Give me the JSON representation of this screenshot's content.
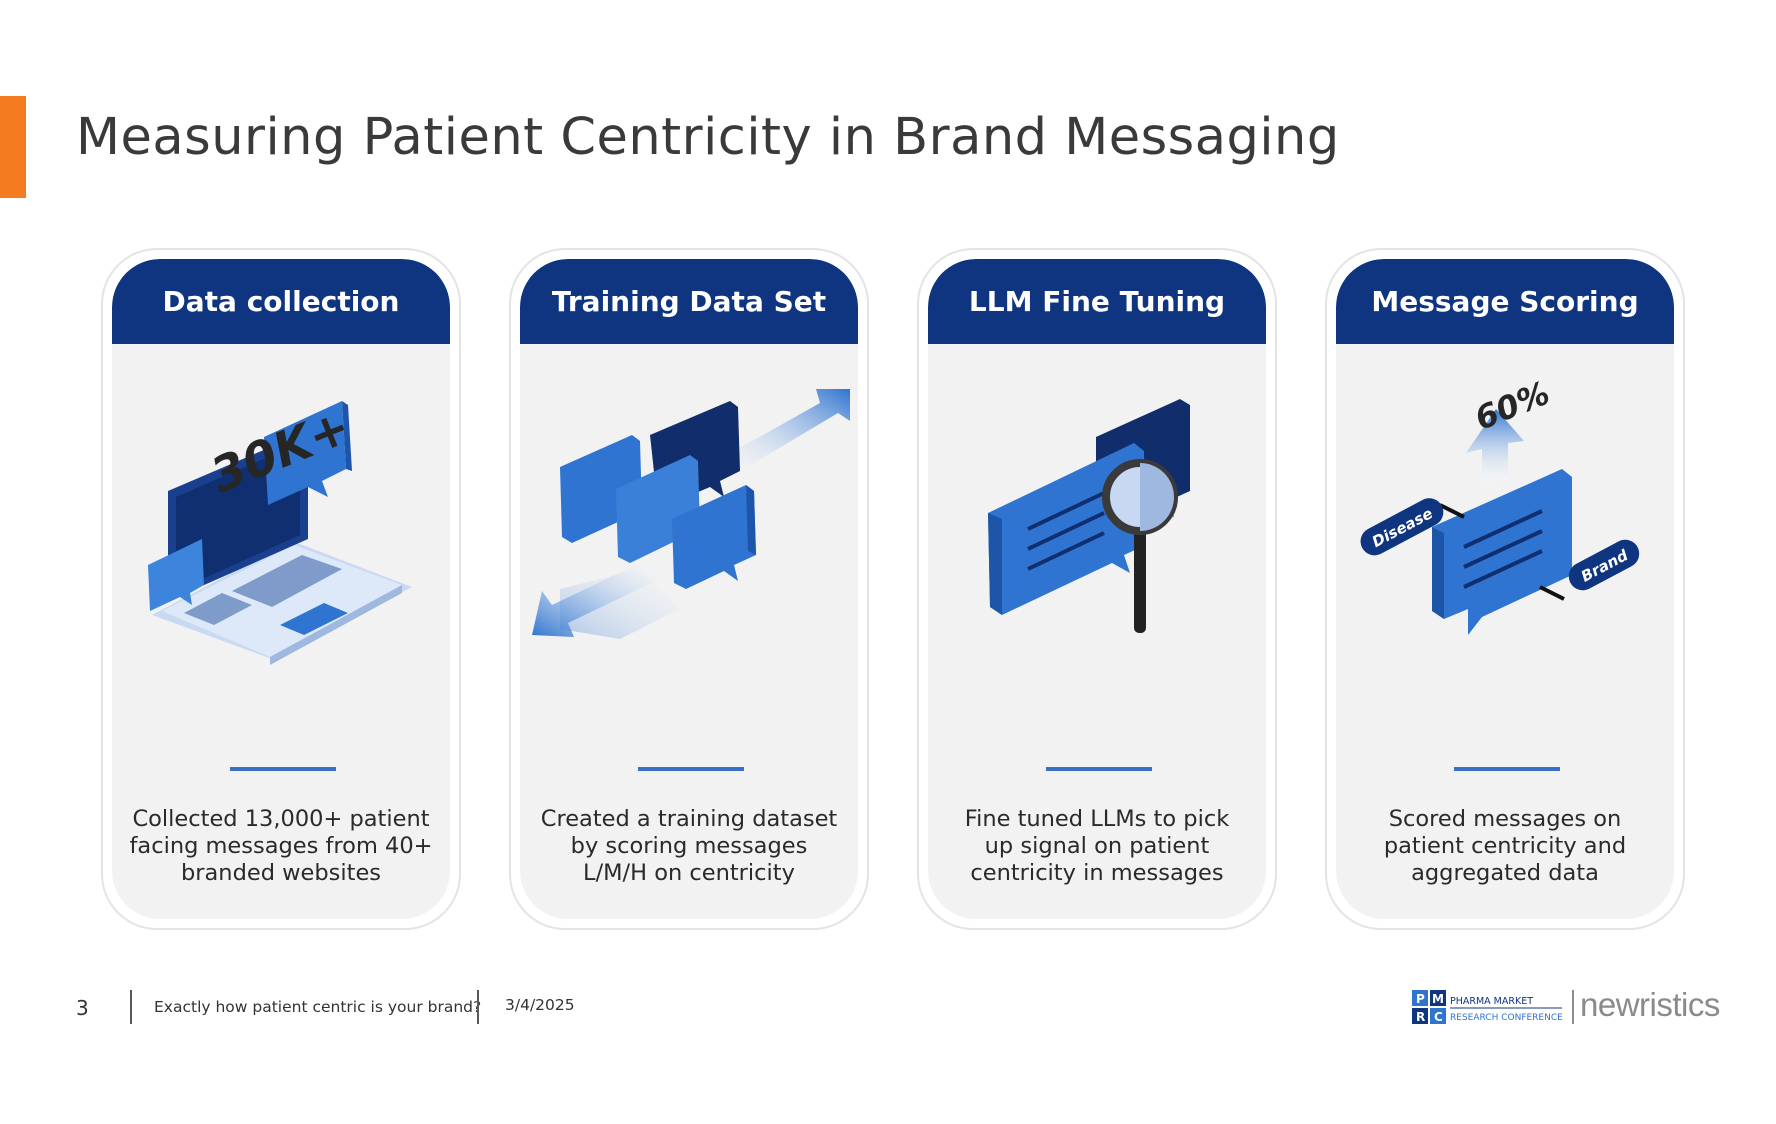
{
  "slide": {
    "title": "Measuring Patient Centricity in Brand Messaging"
  },
  "cards": [
    {
      "title": "Data collection",
      "stat": "30K+",
      "description": "Collected 13,000+ patient\nfacing messages from 40+\nbranded websites"
    },
    {
      "title": "Training Data Set",
      "description": "Created a training dataset\nby scoring messages\nL/M/H on centricity"
    },
    {
      "title": "LLM Fine Tuning",
      "description": "Fine tuned LLMs to pick\nup signal on patient\ncentricity in messages"
    },
    {
      "title": "Message Scoring",
      "stat": "60%",
      "tag_left": "Disease",
      "tag_right": "Brand",
      "description": "Scored messages on\npatient centricity and\naggregated data"
    }
  ],
  "footer": {
    "page_number": "3",
    "subtitle": "Exactly how patient centric is your brand?",
    "date": "3/4/2025",
    "logo_pmrc_line1": "PHARMA MARKET",
    "logo_pmrc_line2": "RESEARCH CONFERENCE",
    "logo_newristics": "newristics"
  },
  "colors": {
    "accent": "#f47b20",
    "header_blue": "#0f3480",
    "icon_blue": "#2f74d0",
    "icon_dark": "#112d6b",
    "card_bg": "#f2f2f2"
  }
}
